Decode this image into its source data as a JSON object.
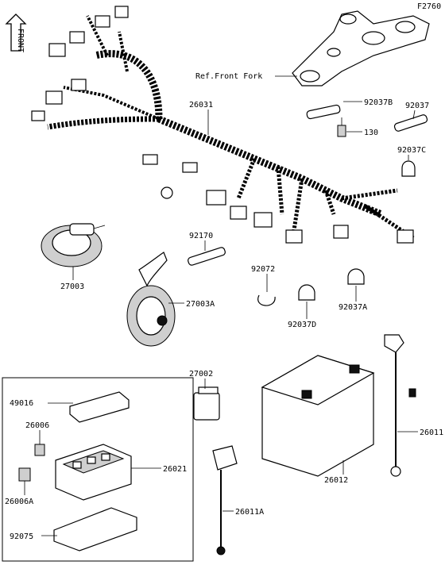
{
  "diagram_code": "F2760",
  "front_label": "FRONT",
  "ref_label": "Ref.Front Fork",
  "parts": {
    "p26031": "26031",
    "p92037B": "92037B",
    "p130": "130",
    "p92037": "92037",
    "p92037C": "92037C",
    "p27003": "27003",
    "p92170": "92170",
    "p92072": "92072",
    "p27003A": "27003A",
    "p92037D": "92037D",
    "p92037A": "92037A",
    "p27002": "27002",
    "p49016": "49016",
    "p26006": "26006",
    "p26021": "26021",
    "p26006A": "26006A",
    "p92075": "92075",
    "p26012": "26012",
    "p26011": "26011",
    "p26011A": "26011A"
  }
}
